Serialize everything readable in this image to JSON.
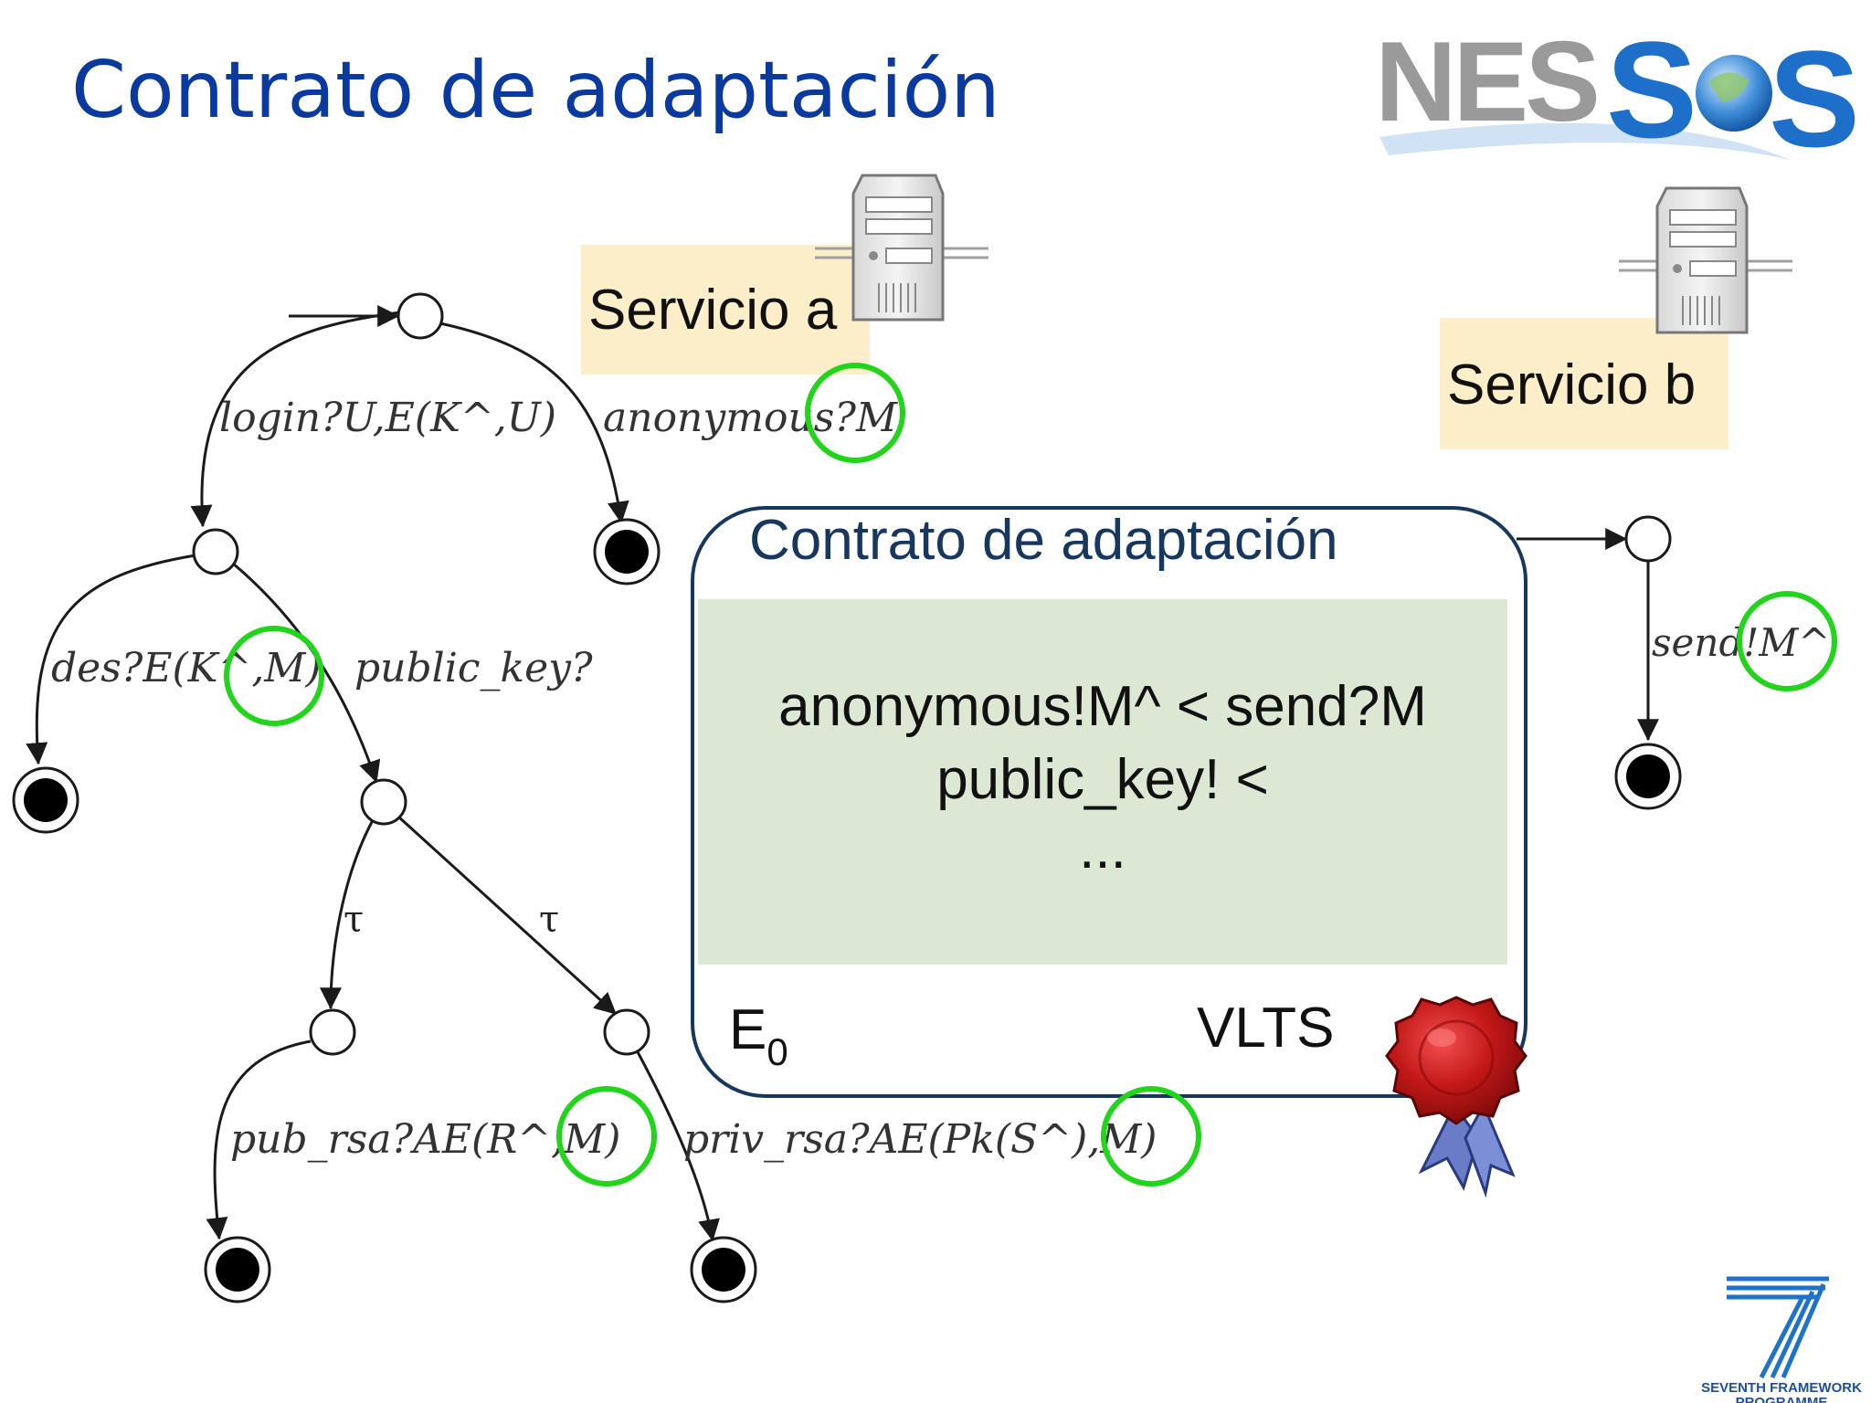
{
  "slide": {
    "title": "Contrato de adaptación",
    "logo_text": "NES",
    "logo_suffix": "S",
    "footer_logo": {
      "line1": "SEVENTH FRAMEWORK",
      "line2": "PROGRAMME"
    }
  },
  "services": {
    "a": {
      "label": "Servicio a",
      "icon": "server-icon"
    },
    "b": {
      "label": "Servicio b",
      "icon": "server-icon"
    }
  },
  "automaton_a": {
    "labels": {
      "login": "login?U,E(K^,U)",
      "anonymous": "anonymous?M",
      "des": "des?E(K^,M)",
      "public_key": "public_key?",
      "tau_left": "τ",
      "tau_right": "τ",
      "pub_rsa": "pub_rsa?AE(R^,M)",
      "priv_rsa": "priv_rsa?AE(Pk(S^),M)"
    }
  },
  "automaton_b": {
    "labels": {
      "send": "send!M^"
    }
  },
  "contract": {
    "title": "Contrato de adaptación",
    "rules": [
      "anonymous!M^ < send?M",
      "public_key! <",
      "..."
    ],
    "e_label": "E",
    "e_subscript": "0",
    "vlts_label": "VLTS",
    "seal_icon": "wax-seal-icon"
  },
  "colors": {
    "title": "#0a3a9e",
    "highlight": "#22d41b",
    "service_bg": "#fbeec8",
    "rules_bg": "#dce8d4",
    "contract_border": "#17375e"
  }
}
